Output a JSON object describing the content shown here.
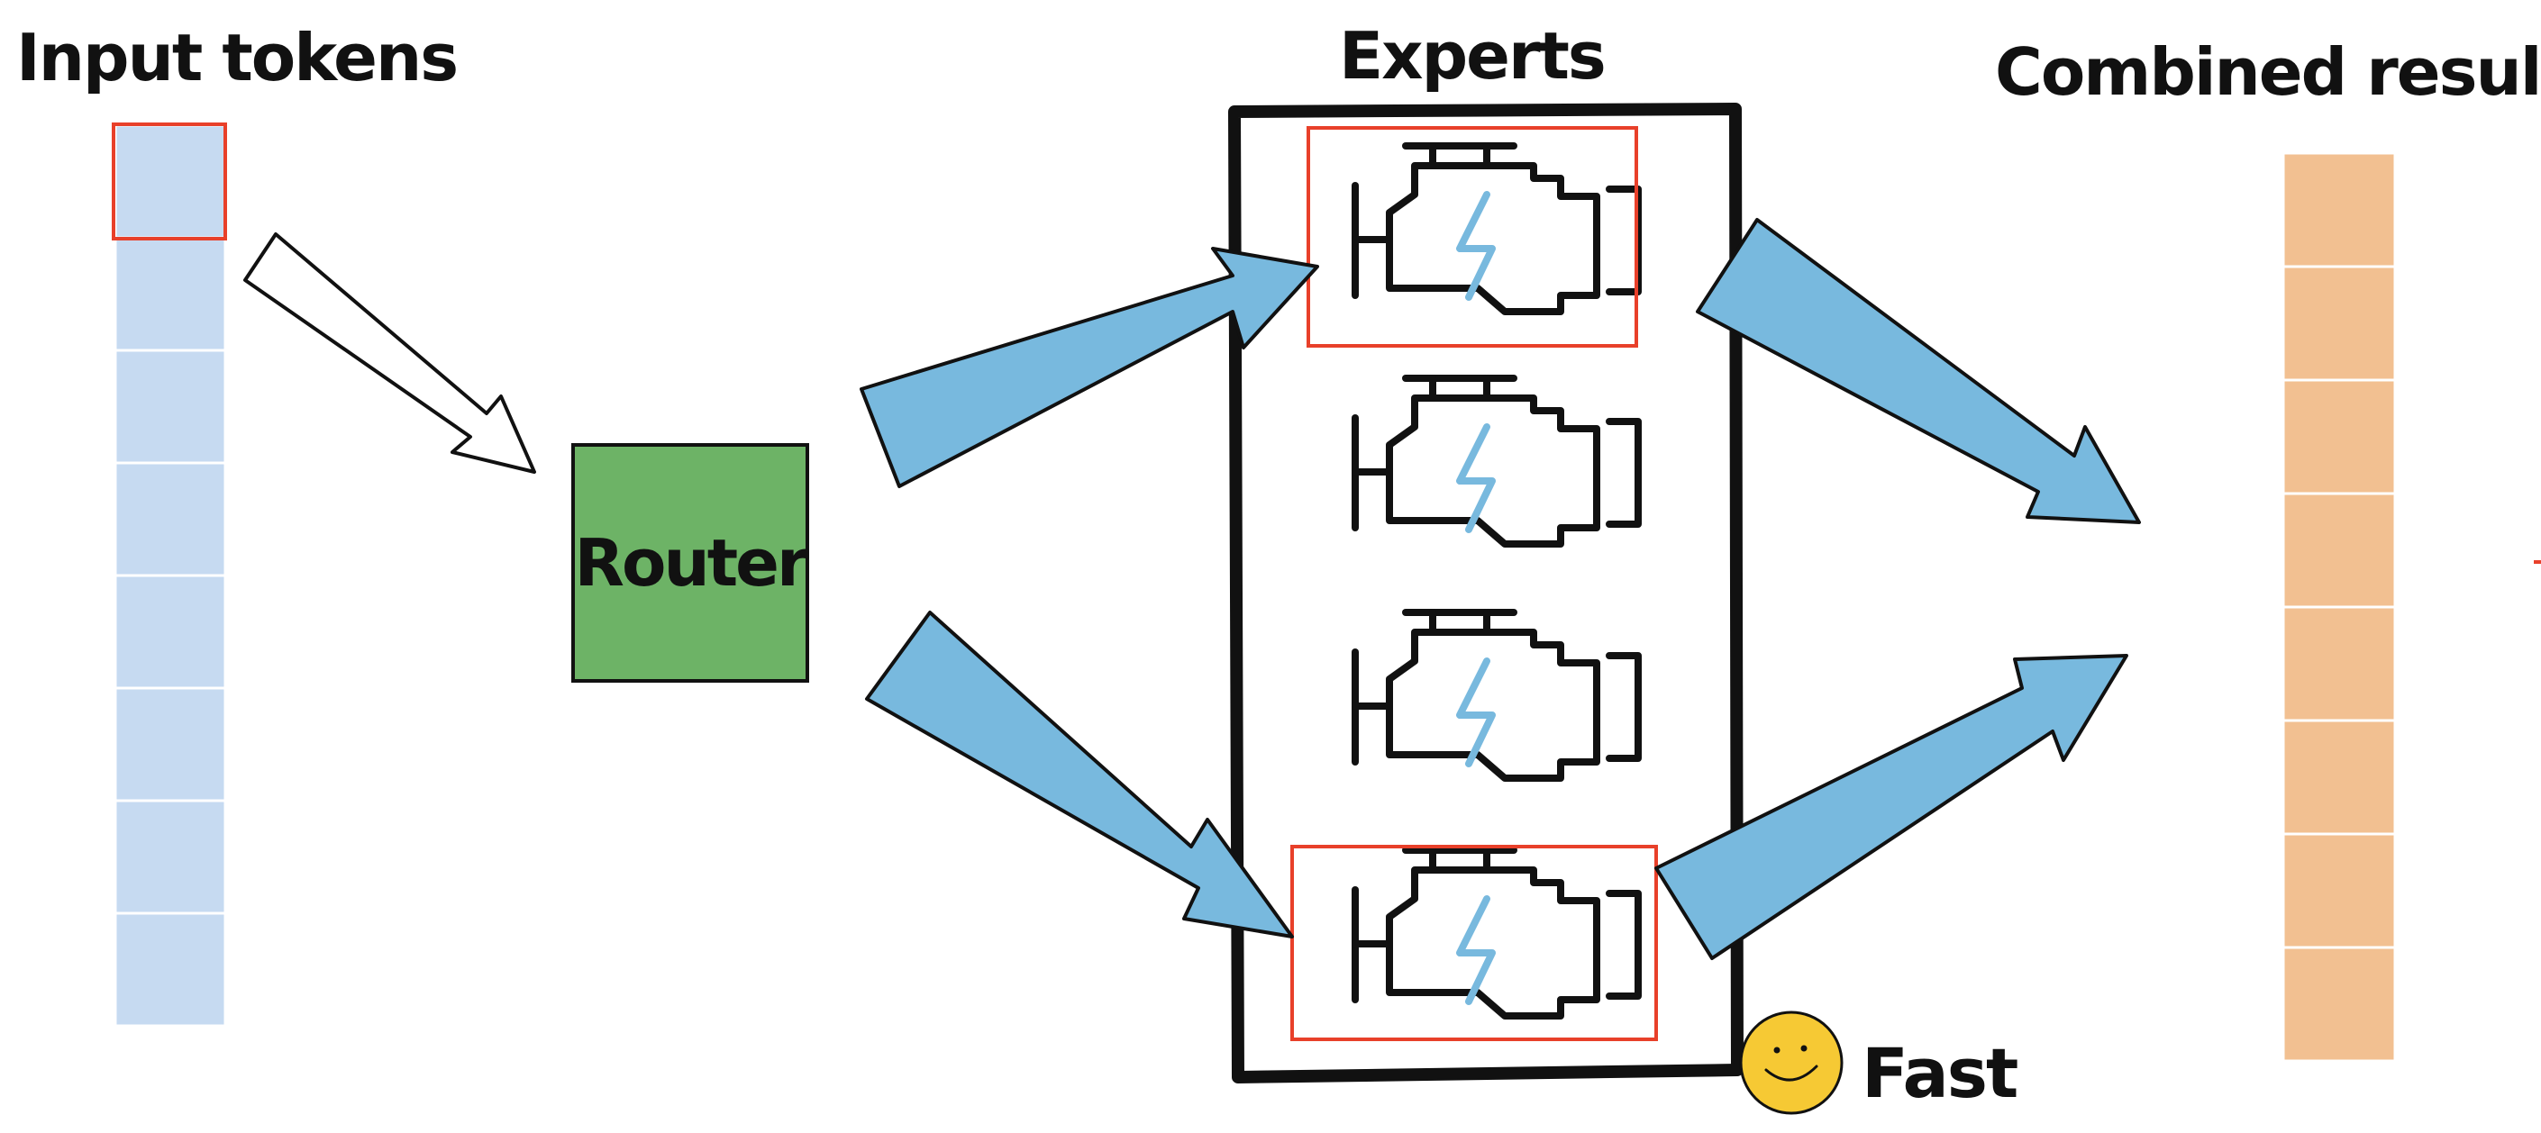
{
  "diagram": {
    "labels": {
      "input_tokens": "Input tokens",
      "experts": "Experts",
      "combined_results": "Combined results",
      "router": "Router",
      "fast": "Fast"
    },
    "input_token_count": 8,
    "output_result_count": 8,
    "expert_count": 4,
    "selected_token_index": 0,
    "selected_experts": [
      0,
      3
    ],
    "icons": {
      "expert": "engine-icon",
      "fast": "smiley-face-icon",
      "routing_arrow": "hollow-arrow-icon",
      "dispatch_arrow": "blue-arrow-icon"
    },
    "colors": {
      "input_token": "#c6daf1",
      "output_result": "#f2c091",
      "router": "#6db366",
      "highlight": "#e8402a",
      "arrow": "#78b9de",
      "bolt": "#78b9de",
      "smiley": "#f6c934",
      "ink": "#111111"
    }
  }
}
